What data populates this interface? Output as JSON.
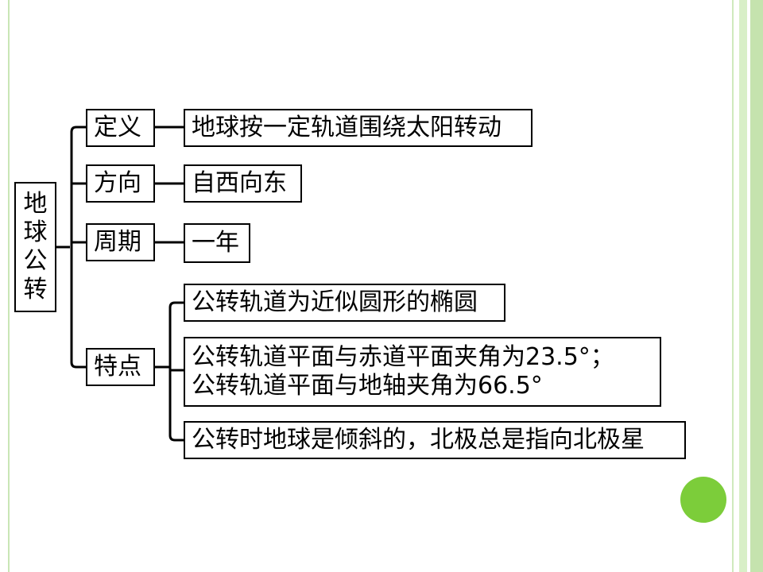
{
  "root": {
    "chars": [
      "地",
      "球",
      "公",
      "转"
    ]
  },
  "branches": [
    {
      "label": "定义",
      "items": [
        "地球按一定轨道围绕太阳转动"
      ]
    },
    {
      "label": "方向",
      "items": [
        "自西向东"
      ]
    },
    {
      "label": "周期",
      "items": [
        "一年"
      ]
    },
    {
      "label": "特点",
      "items": [
        "公转轨道为近似圆形的椭圆",
        [
          "公转轨道平面与赤道平面夹角为23.5°；",
          "公转轨道平面与地轴夹角为66.5°"
        ],
        "公转时地球是倾斜的，北极总是指向北极星"
      ]
    }
  ],
  "colors": {
    "frame": "#c9e6b6",
    "accent_circle": "#7ccd3a",
    "line": "#000000"
  }
}
